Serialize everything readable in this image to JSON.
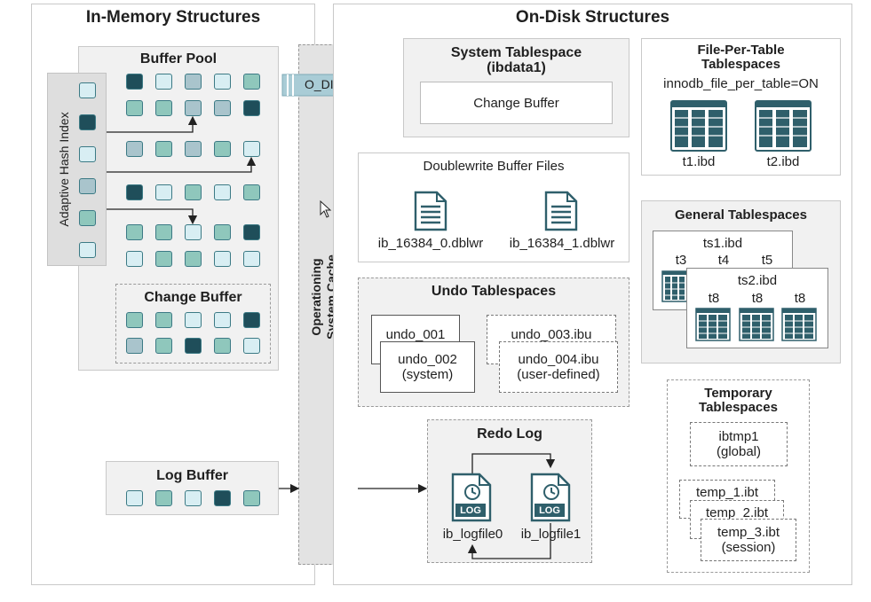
{
  "in_memory": {
    "title": "In-Memory Structures",
    "buffer_pool": {
      "title": "Buffer Pool"
    },
    "adaptive_hash_index": "Adaptive Hash Index",
    "change_buffer": {
      "title": "Change Buffer"
    },
    "log_buffer": {
      "title": "Log Buffer"
    }
  },
  "os_cache": {
    "line1": "Operationing",
    "line2": "System Cache"
  },
  "o_direct": "O_DIRECT",
  "on_disk": {
    "title": "On-Disk Structures",
    "system_tablespace": {
      "title1": "System Tablespace",
      "title2": "(ibdata1)",
      "change_buffer": "Change Buffer"
    },
    "file_per_table": {
      "title1": "File-Per-Table",
      "title2": "Tablespaces",
      "setting": "innodb_file_per_table=ON",
      "file1": "t1.ibd",
      "file2": "t2.ibd"
    },
    "doublewrite": {
      "title": "Doublewrite Buffer Files",
      "file1": "ib_16384_0.dblwr",
      "file2": "ib_16384_1.dblwr"
    },
    "general": {
      "title": "General Tablespaces",
      "ts1": "ts1.ibd",
      "ts1_tables": [
        "t3",
        "t4",
        "t5"
      ],
      "ts2": "ts2.ibd",
      "ts2_tables": [
        "t8",
        "t8",
        "t8"
      ]
    },
    "undo": {
      "title": "Undo Tablespaces",
      "u1": "undo_001",
      "u2a": "undo_002",
      "u2b": "(system)",
      "u3": "undo_003.ibu",
      "u4a": "undo_004.ibu",
      "u4b": "(user-defined)"
    },
    "redo": {
      "title": "Redo Log",
      "file1": "ib_logfile0",
      "file2": "ib_logfile1",
      "icon_label": "LOG"
    },
    "temporary": {
      "title1": "Temporary",
      "title2": "Tablespaces",
      "g1": "ibtmp1",
      "g2": "(global)",
      "t1": "temp_1.ibt",
      "t2": "temp_2.ibt",
      "t3a": "temp_3.ibt",
      "t3b": "(session)"
    }
  },
  "colors": {
    "dark": "#1f4e5a",
    "mid": "#a9c4cc",
    "teal": "#8fc7bc",
    "light": "#d8eef3",
    "arrow": "#a9ccd6"
  }
}
